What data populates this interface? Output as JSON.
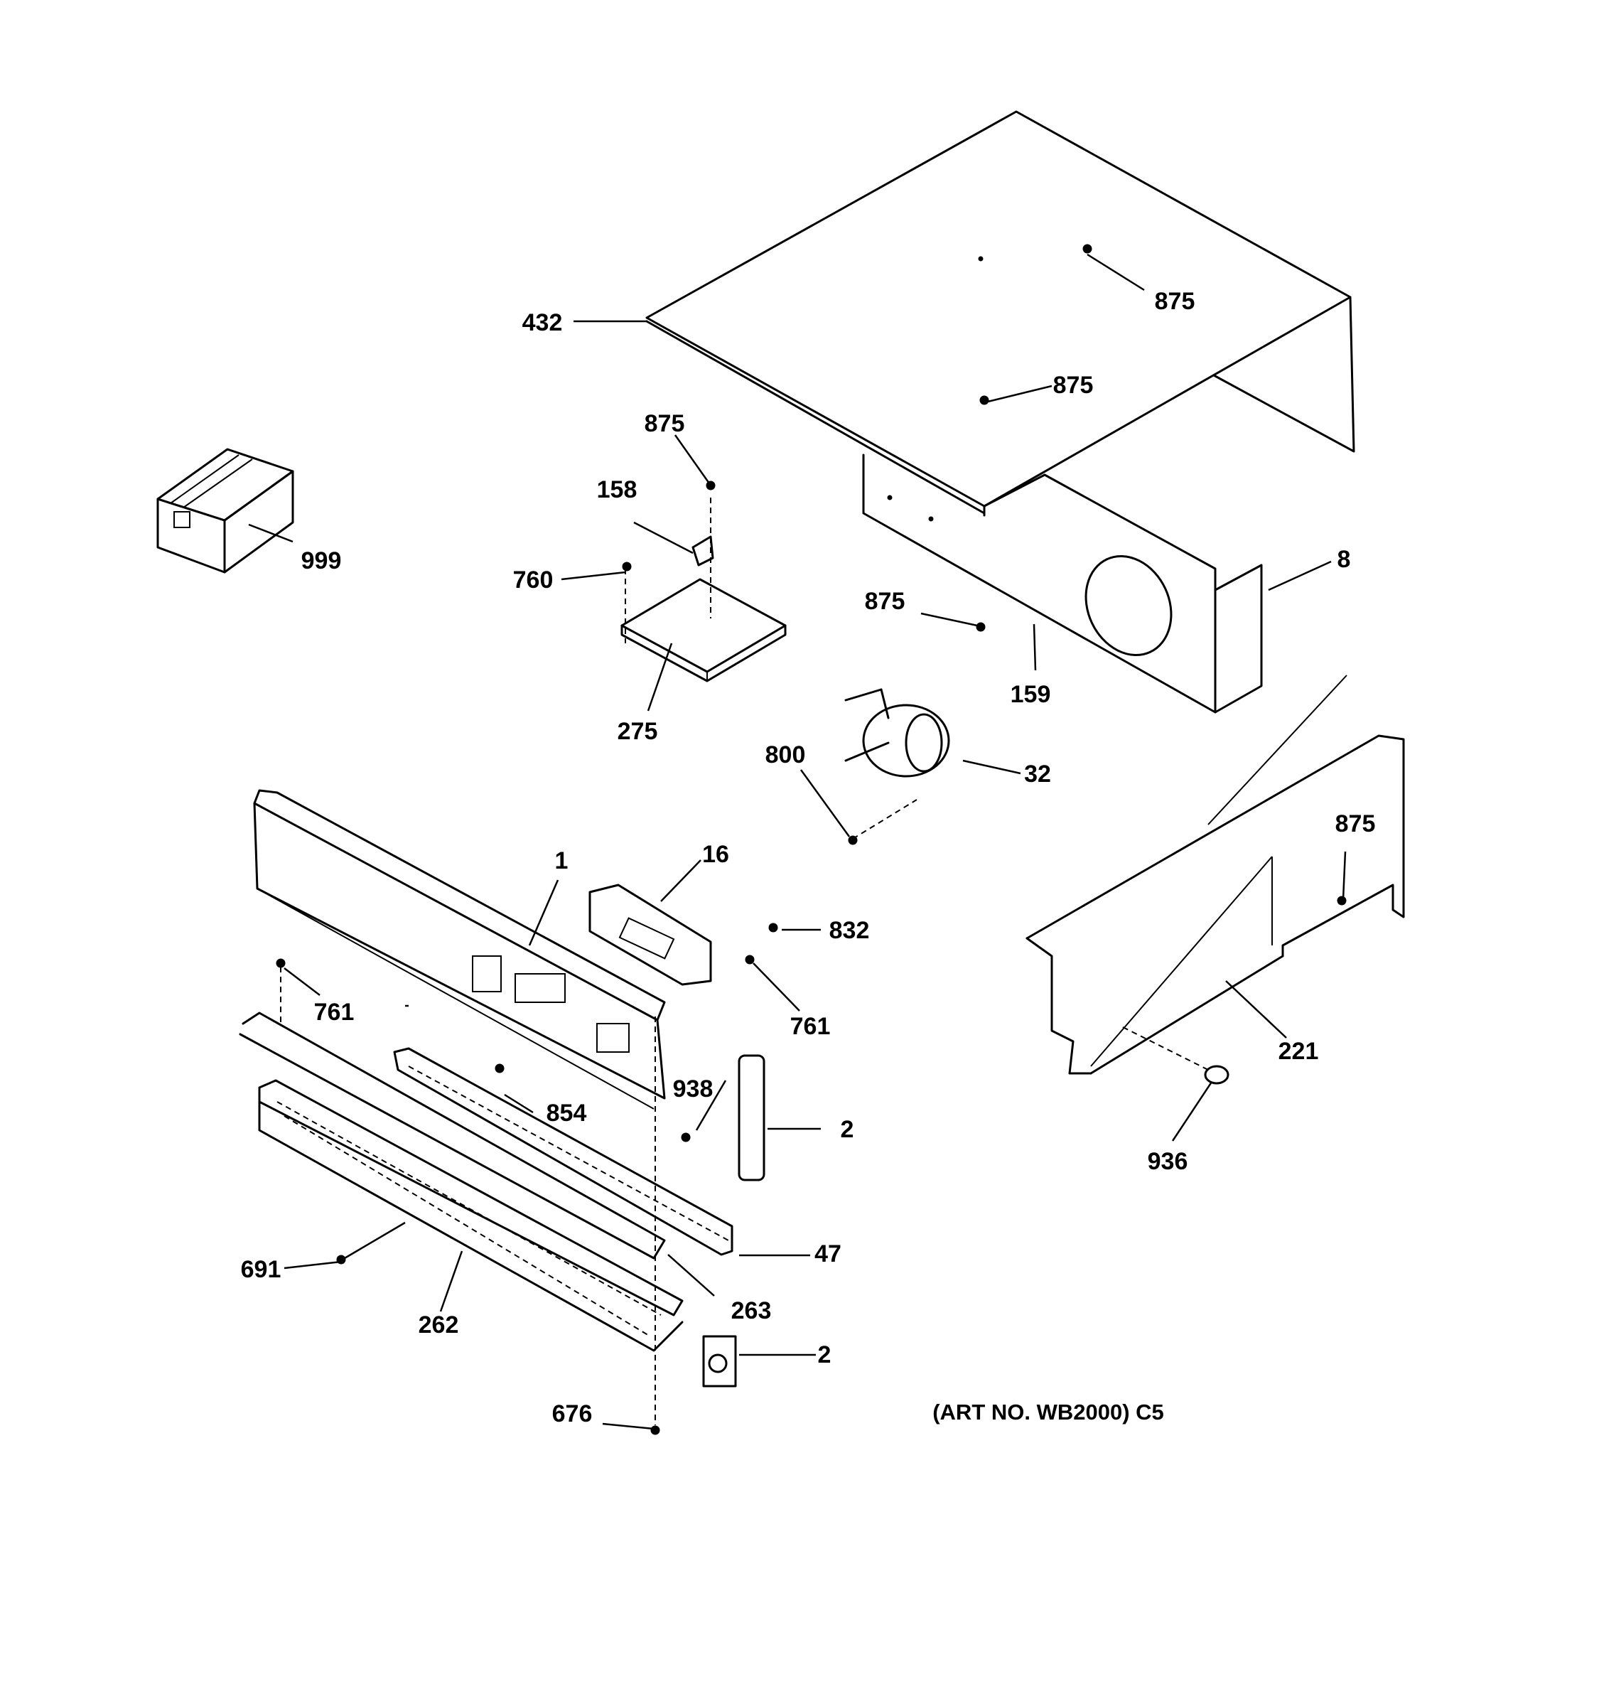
{
  "labels": {
    "p432": "432",
    "p875a": "875",
    "p875b": "875",
    "p875c": "875",
    "p875d": "875",
    "p875e": "875",
    "p158": "158",
    "p760": "760",
    "p275": "275",
    "p999": "999",
    "p8": "8",
    "p159": "159",
    "p800": "800",
    "p32": "32",
    "p1": "1",
    "p16": "16",
    "p832": "832",
    "p761a": "761",
    "p761b": "761",
    "p938": "938",
    "p854": "854",
    "p2a": "2",
    "p47": "47",
    "p263": "263",
    "p691": "691",
    "p262": "262",
    "p2b": "2",
    "p676": "676",
    "p221": "221",
    "p936": "936"
  },
  "caption": "(ART NO. WB2000) C5"
}
